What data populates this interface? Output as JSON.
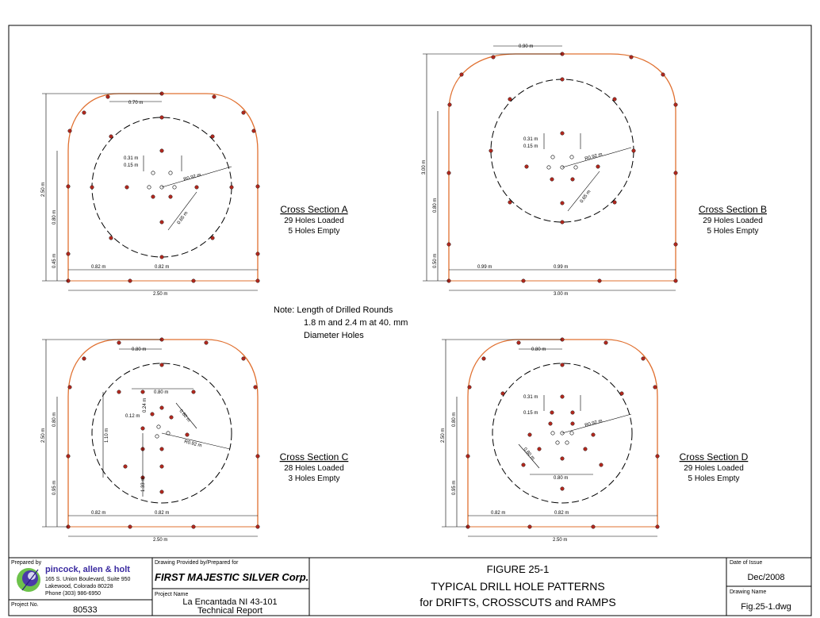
{
  "colors": {
    "profile": "#e07030",
    "hole": "#b0281e",
    "line": "#000000"
  },
  "sections": [
    {
      "title": "Cross Section A",
      "loaded": "29 Holes Loaded",
      "empty": "5 Holes Empty",
      "dims": {
        "top": "0.70 m",
        "a": "0.31 m",
        "b": "0.15 m",
        "radius": "R0.92 m",
        "inner": "0.65 m",
        "height": "2.50 m",
        "mid": "0.80 m",
        "bottom": "0.45 m",
        "halfL": "0.82 m",
        "halfR": "0.82 m",
        "width": "2.50 m"
      }
    },
    {
      "title": "Cross Section B",
      "loaded": "29 Holes Loaded",
      "empty": "5 Holes Empty",
      "dims": {
        "top": "0.90 m",
        "a": "0.31 m",
        "b": "0.15 m",
        "radius": "R0.92 m",
        "inner": "0.65 m",
        "height": "3.00 m",
        "mid": "0.80 m",
        "bottom": "0.50 m",
        "halfL": "0.99 m",
        "halfR": "0.99 m",
        "width": "3.00 m"
      }
    },
    {
      "title": "Cross Section C",
      "loaded": "28 Holes Loaded",
      "empty": "3 Holes Empty",
      "dims": {
        "top": "0.80 m",
        "upper": "0.80 m",
        "v1": "0.24 m",
        "v2": "0.12 m",
        "diag": "0.80 m",
        "radius": "R0.92 m",
        "tall": "1.10 m",
        "short": "1.33 m",
        "height": "2.50 m",
        "mid": "0.80 m",
        "bottom": "0.95 m",
        "halfL": "0.82 m",
        "halfR": "0.82 m",
        "width": "2.50 m"
      }
    },
    {
      "title": "Cross Section D",
      "loaded": "29 Holes Loaded",
      "empty": "5 Holes Empty",
      "dims": {
        "top": "0.80 m",
        "a": "0.31 m",
        "b": "0.15 m",
        "radius": "R0.92 m",
        "diag": "0.80 m",
        "lower": "0.80 m",
        "height": "2.50 m",
        "mid": "0.80 m",
        "bottom": "0.95 m",
        "halfL": "0.82 m",
        "halfR": "0.82 m",
        "width": "2.50 m"
      }
    }
  ],
  "note": {
    "line1": "Note:  Length of Drilled Rounds",
    "line2": "1.8 m and 2.4 m at 40. mm",
    "line3": "Diameter Holes"
  },
  "titleblock": {
    "prepared_by_label": "Prepared by",
    "company": "pincock, allen & holt",
    "address1": "165 S. Union Boulevard, Suite 950",
    "address2": "Lakewood, Colorado 80228",
    "phone": "Phone (303) 986-6950",
    "project_no_label": "Project No.",
    "project_no": "80533",
    "drawing_for_label": "Drawing Provided by/Prepared for",
    "client": "FIRST MAJESTIC SILVER Corp.",
    "project_name_label": "Project Name",
    "project_name1": "La Encantada NI 43-101",
    "project_name2": "Technical Report",
    "figure": "FIGURE 25-1",
    "fig_title1": "TYPICAL DRILL HOLE PATTERNS",
    "fig_title2": "for DRIFTS, CROSSCUTS and RAMPS",
    "date_label": "Date of Issue",
    "date": "Dec/2008",
    "drawing_name_label": "Drawing Name",
    "drawing_name": "Fig.25-1.dwg"
  }
}
